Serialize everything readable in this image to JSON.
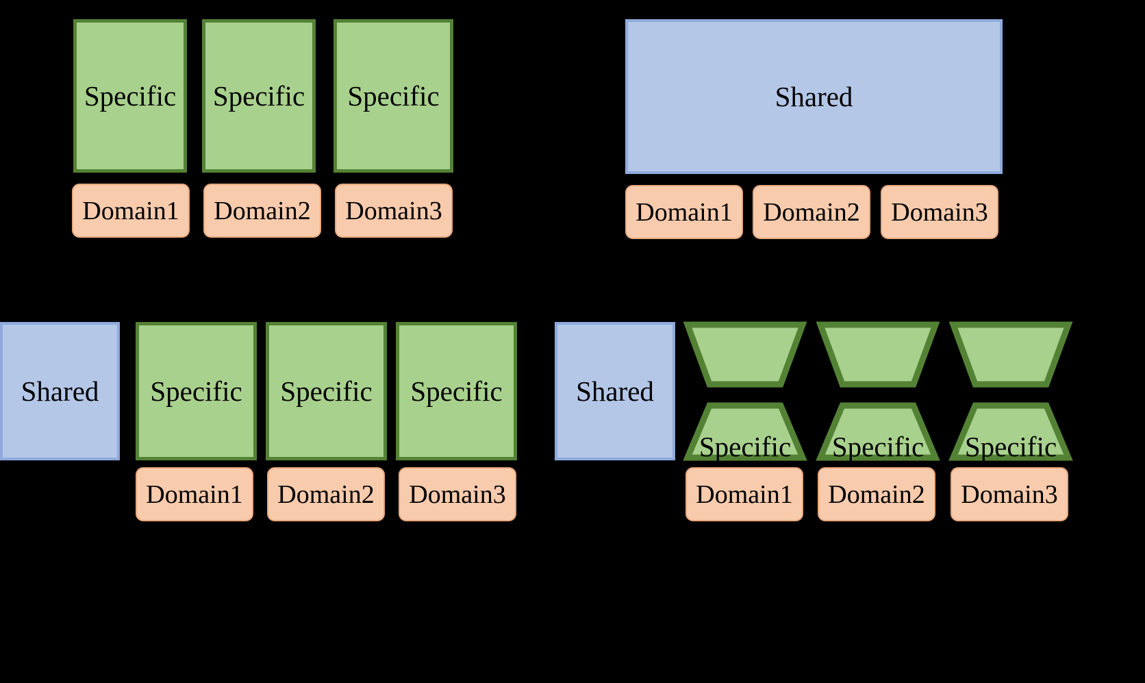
{
  "diagram": {
    "background_color": "#000000",
    "palette": {
      "specific_fill": "#A9D18E",
      "specific_border": "#548235",
      "shared_fill": "#B4C7E7",
      "shared_border": "#8FAADC",
      "domain_fill": "#F8CBAD",
      "domain_border": "#E8A87C",
      "text_color": "#000000"
    },
    "labels": {
      "specific": "Specific",
      "shared": "Shared",
      "domain1": "Domain1",
      "domain2": "Domain2",
      "domain3": "Domain3"
    },
    "quadrants": [
      {
        "id": "top-left",
        "modules": [
          {
            "type": "specific",
            "label": "Specific"
          },
          {
            "type": "specific",
            "label": "Specific"
          },
          {
            "type": "specific",
            "label": "Specific"
          }
        ],
        "domains": [
          "Domain1",
          "Domain2",
          "Domain3"
        ]
      },
      {
        "id": "top-right",
        "modules": [
          {
            "type": "shared",
            "label": "Shared"
          }
        ],
        "domains": [
          "Domain1",
          "Domain2",
          "Domain3"
        ]
      },
      {
        "id": "bottom-left",
        "modules": [
          {
            "type": "shared",
            "label": "Shared"
          },
          {
            "type": "specific",
            "label": "Specific"
          },
          {
            "type": "specific",
            "label": "Specific"
          },
          {
            "type": "specific",
            "label": "Specific"
          }
        ],
        "domains": [
          "Domain1",
          "Domain2",
          "Domain3"
        ]
      },
      {
        "id": "bottom-right",
        "modules": [
          {
            "type": "shared",
            "label": "Shared"
          },
          {
            "type": "specific-hourglass",
            "label": "Specific"
          },
          {
            "type": "specific-hourglass",
            "label": "Specific"
          },
          {
            "type": "specific-hourglass",
            "label": "Specific"
          }
        ],
        "domains": [
          "Domain1",
          "Domain2",
          "Domain3"
        ]
      }
    ]
  }
}
